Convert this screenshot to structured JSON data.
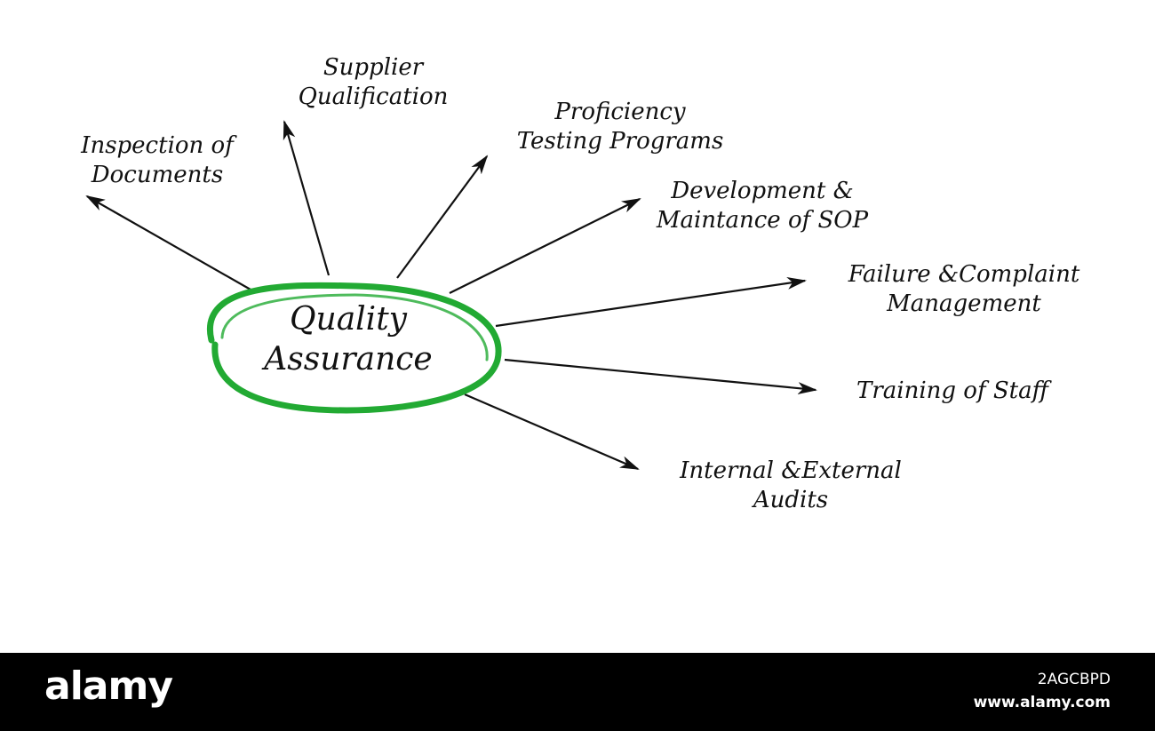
{
  "colors": {
    "ring": "#22aa33",
    "ink": "#111111",
    "footer_bg": "#000000",
    "footer_text": "#ffffff"
  },
  "center": {
    "line1": "Quality",
    "line2": "Assurance"
  },
  "branches": [
    {
      "line1": "Inspection of",
      "line2": "Documents"
    },
    {
      "line1": "Supplier",
      "line2": "Qualification"
    },
    {
      "line1": "Proficiency",
      "line2": "Testing Programs"
    },
    {
      "line1": "Development &",
      "line2": "Maintance of SOP"
    },
    {
      "line1": "Failure &Complaint",
      "line2": "Management"
    },
    {
      "line1": "Training of Staff",
      "line2": ""
    },
    {
      "line1": "Internal &External",
      "line2": "Audits"
    }
  ],
  "footer": {
    "logo": "alamy",
    "image_id": "2AGCBPD",
    "url": "www.alamy.com"
  }
}
